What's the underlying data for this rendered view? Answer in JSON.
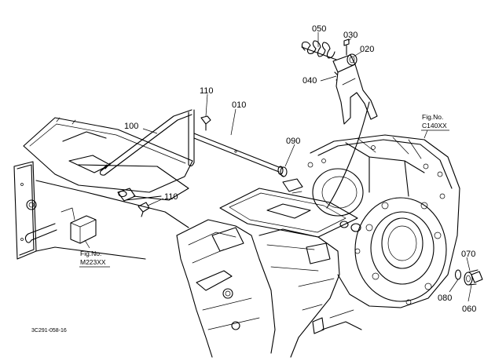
{
  "parts": [
    {
      "id": "p050",
      "label": "050"
    },
    {
      "id": "p030",
      "label": "030"
    },
    {
      "id": "p020",
      "label": "020"
    },
    {
      "id": "p040",
      "label": "040"
    },
    {
      "id": "p110a",
      "label": "110"
    },
    {
      "id": "p010",
      "label": "010"
    },
    {
      "id": "p100",
      "label": "100"
    },
    {
      "id": "p090",
      "label": "090"
    },
    {
      "id": "p110b",
      "label": "110"
    },
    {
      "id": "p070",
      "label": "070"
    },
    {
      "id": "p080",
      "label": "080"
    },
    {
      "id": "p060",
      "label": "060"
    }
  ],
  "figure_refs": [
    {
      "id": "ref-c140",
      "title": "Fig.No.",
      "number": "C140XX"
    },
    {
      "id": "ref-m223",
      "title": "Fig.No.",
      "number": "M223XX"
    }
  ],
  "diagram_code": "3C291-058-16"
}
